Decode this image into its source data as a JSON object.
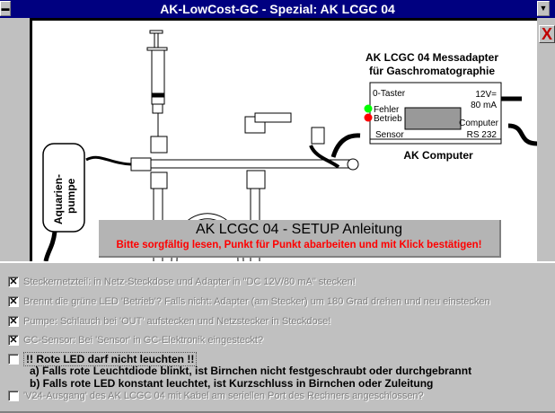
{
  "window": {
    "title": "AK-LowCost-GC - Spezial: AK LCGC 04",
    "close_label": "X"
  },
  "diagram": {
    "pump_label_1": "Aquarien-",
    "pump_label_2": "pumpe",
    "adapter_title_1": "AK LCGC 04 Messadapter",
    "adapter_title_2": "für Gaschromatographie",
    "taster": "0-Taster",
    "fehler": "Fehler",
    "betrieb": "Betrieb",
    "sensor": "Sensor",
    "power_1": "12V=",
    "power_2": "80 mA",
    "computer_1": "Computer",
    "computer_2": "RS 232",
    "brand": "AK Computer",
    "led_green": "#00ff00",
    "led_red": "#ff0000"
  },
  "banner": {
    "title": "AK LCGC 04 - SETUP Anleitung",
    "subtitle": "Bitte sorgfältig lesen, Punkt für Punkt abarbeiten und mit Klick bestätigen!"
  },
  "checklist": [
    {
      "checked": true,
      "label": "Steckernetzteil: in Netz-Steckdose  und  Adapter in \"DC 12V/80 mA\" stecken!"
    },
    {
      "checked": true,
      "label": "Brennt die grüne LED 'Betrieb'? Falls nicht: Adapter (am Stecker) um 180 Grad drehen und neu einstecken"
    },
    {
      "checked": true,
      "label": "Pumpe: Schlauch bei 'OUT' aufstecken und Netzstecker in Steckdose!"
    },
    {
      "checked": true,
      "label": "GC-Sensor: Bei 'Sensor' in GC-Elektronik eingesteckt?"
    },
    {
      "checked": false,
      "label": "!! Rote LED darf nicht leuchten !!",
      "notes": [
        "a) Falls rote Leuchtdiode blinkt, ist Birnchen nicht festgeschraubt oder durchgebrannt",
        "b) Falls rote LED konstant leuchtet, ist Kurzschluss in Birnchen oder Zuleitung"
      ]
    },
    {
      "checked": false,
      "label": "'V24-Ausgang' des AK LCGC 04 mit Kabel am seriellen Port des Rechners angeschlossen?"
    }
  ]
}
